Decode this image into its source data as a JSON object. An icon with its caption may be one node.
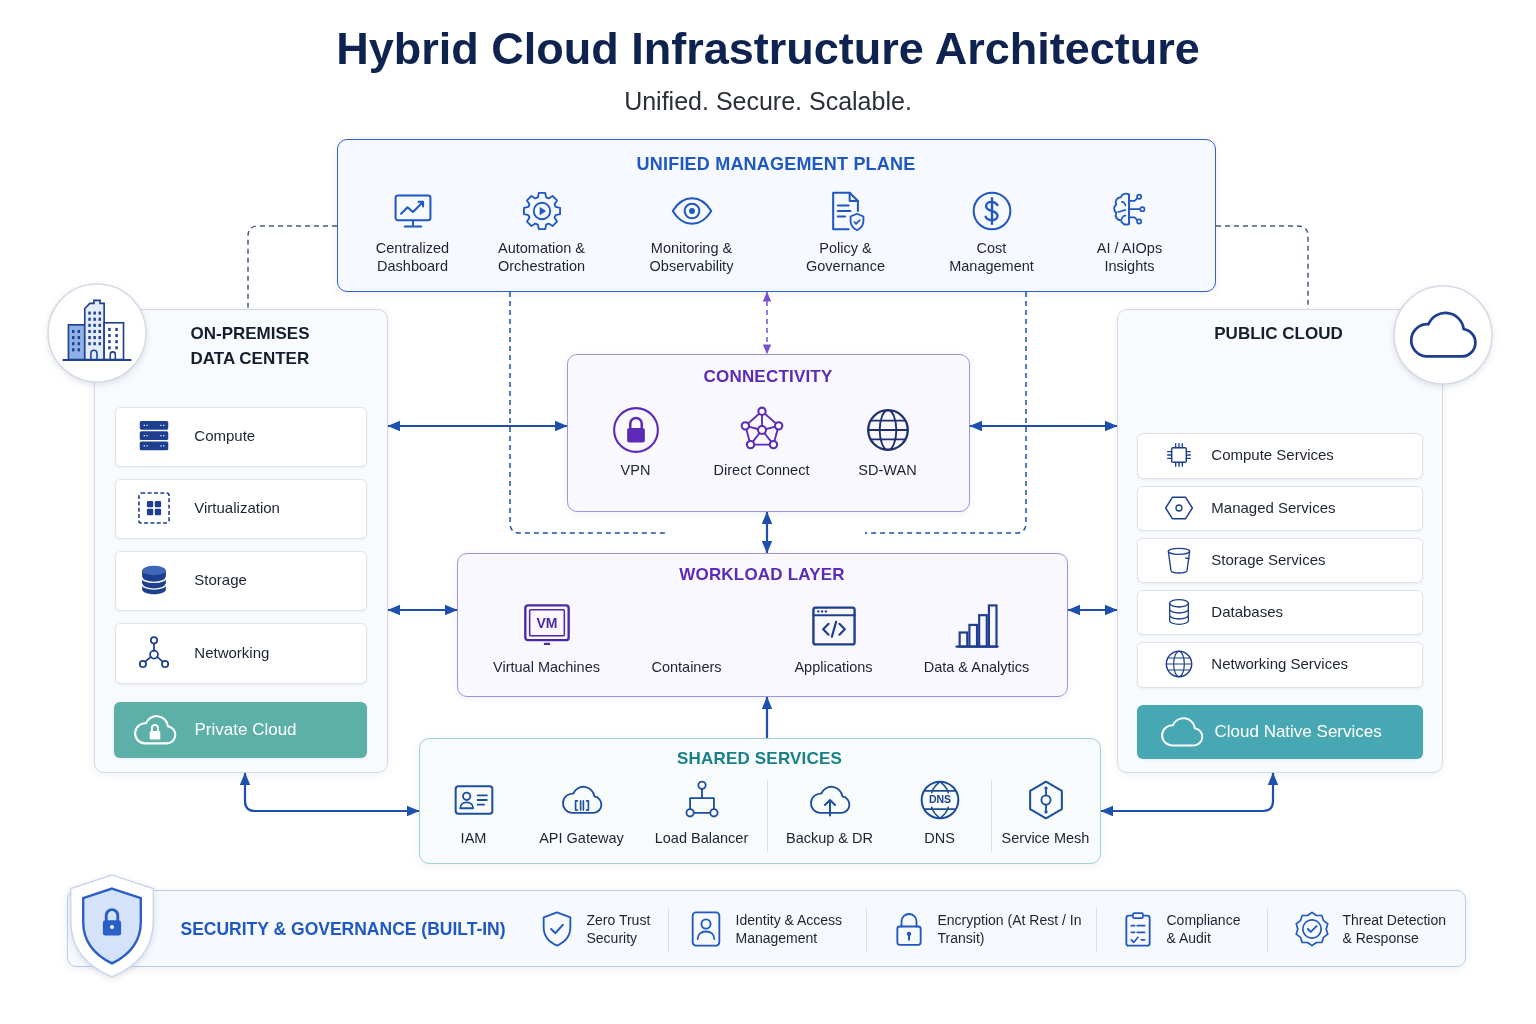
{
  "diagram": {
    "title": "Hybrid Cloud Infrastructure Architecture",
    "nodes": [
      {
        "text": [
          "UNIFIED MANAGEMENT PLANE",
          "Centralized Dashboard",
          "Automation & Orchestration",
          "Monitoring & Observability",
          "Policy & Governance",
          "Cost Management",
          "AI / AIOps Insights"
        ]
      },
      {
        "text": [
          "ON-PREMISES DATA CENTER"
        ]
      },
      {
        "text": [
          "Compute"
        ],
        "in": 1
      },
      {
        "text": [
          "Virtualization"
        ],
        "in": 1
      },
      {
        "text": [
          "Storage"
        ],
        "in": 1
      },
      {
        "text": [
          "Networking"
        ],
        "in": 1
      },
      {
        "text": [
          "Private Cloud"
        ],
        "in": 1
      },
      {
        "text": [
          "CONNECTIVITY",
          "VPN",
          "Direct Connect",
          "SD-WAN"
        ]
      },
      {
        "text": [
          "PUBLIC CLOUD"
        ]
      },
      {
        "text": [
          "Compute Services"
        ],
        "in": 8
      },
      {
        "text": [
          "Managed Services"
        ],
        "in": 8
      },
      {
        "text": [
          "Storage Services"
        ],
        "in": 8
      },
      {
        "text": [
          "Databases"
        ],
        "in": 8
      },
      {
        "text": [
          "Networking Services"
        ],
        "in": 8
      },
      {
        "text": [
          "Cloud Native Services"
        ],
        "in": 8
      },
      {
        "text": [
          "WORKLOAD LAYER",
          "Virtual Machines",
          "Containers",
          "Applications",
          "Data & Analytics"
        ]
      },
      {
        "text": [
          "SHARED SERVICES",
          "IAM",
          "API Gateway",
          "Load Balancer",
          "Backup & DR",
          "DNS",
          "Service Mesh"
        ]
      },
      {
        "text": [
          "SECURITY & GOVERNANCE (BUILT-IN)",
          "Zero Trust Security",
          "Identity & Access Management",
          "Encryption (At Rest / In Transit)",
          "Compliance & Audit",
          "Threat Detection & Response"
        ]
      }
    ],
    "edges": [
      {
        "from": 0,
        "to": 1,
        "arrow": "none",
        "style": "dashed",
        "color": "#4a5a7c"
      },
      {
        "from": 0,
        "to": 8,
        "arrow": "none",
        "style": "dashed",
        "color": "#4a5a7c"
      },
      {
        "from": 0,
        "to": 7,
        "arrow": "both",
        "style": "dashed",
        "color": "#7a4fd4"
      },
      {
        "from": 0,
        "to": null,
        "arrow": "none",
        "style": "dashed"
      },
      {
        "from": 0,
        "to": null,
        "arrow": "none",
        "style": "dashed"
      },
      {
        "from": 1,
        "to": 7,
        "arrow": "both"
      },
      {
        "from": 8,
        "to": 7,
        "arrow": "both"
      },
      {
        "from": 7,
        "to": 15,
        "arrow": "both"
      },
      {
        "from": 1,
        "to": 15,
        "arrow": "both"
      },
      {
        "from": 8,
        "to": 15,
        "arrow": "both"
      },
      {
        "from": 16,
        "to": 15,
        "arrow": "to"
      },
      {
        "from": 1,
        "to": 16,
        "arrow": "both"
      },
      {
        "from": 8,
        "to": 16,
        "arrow": "both"
      }
    ],
    "labels": [
      "Unified. Secure. Scalable.",
      "VM",
      "DNS"
    ]
  }
}
